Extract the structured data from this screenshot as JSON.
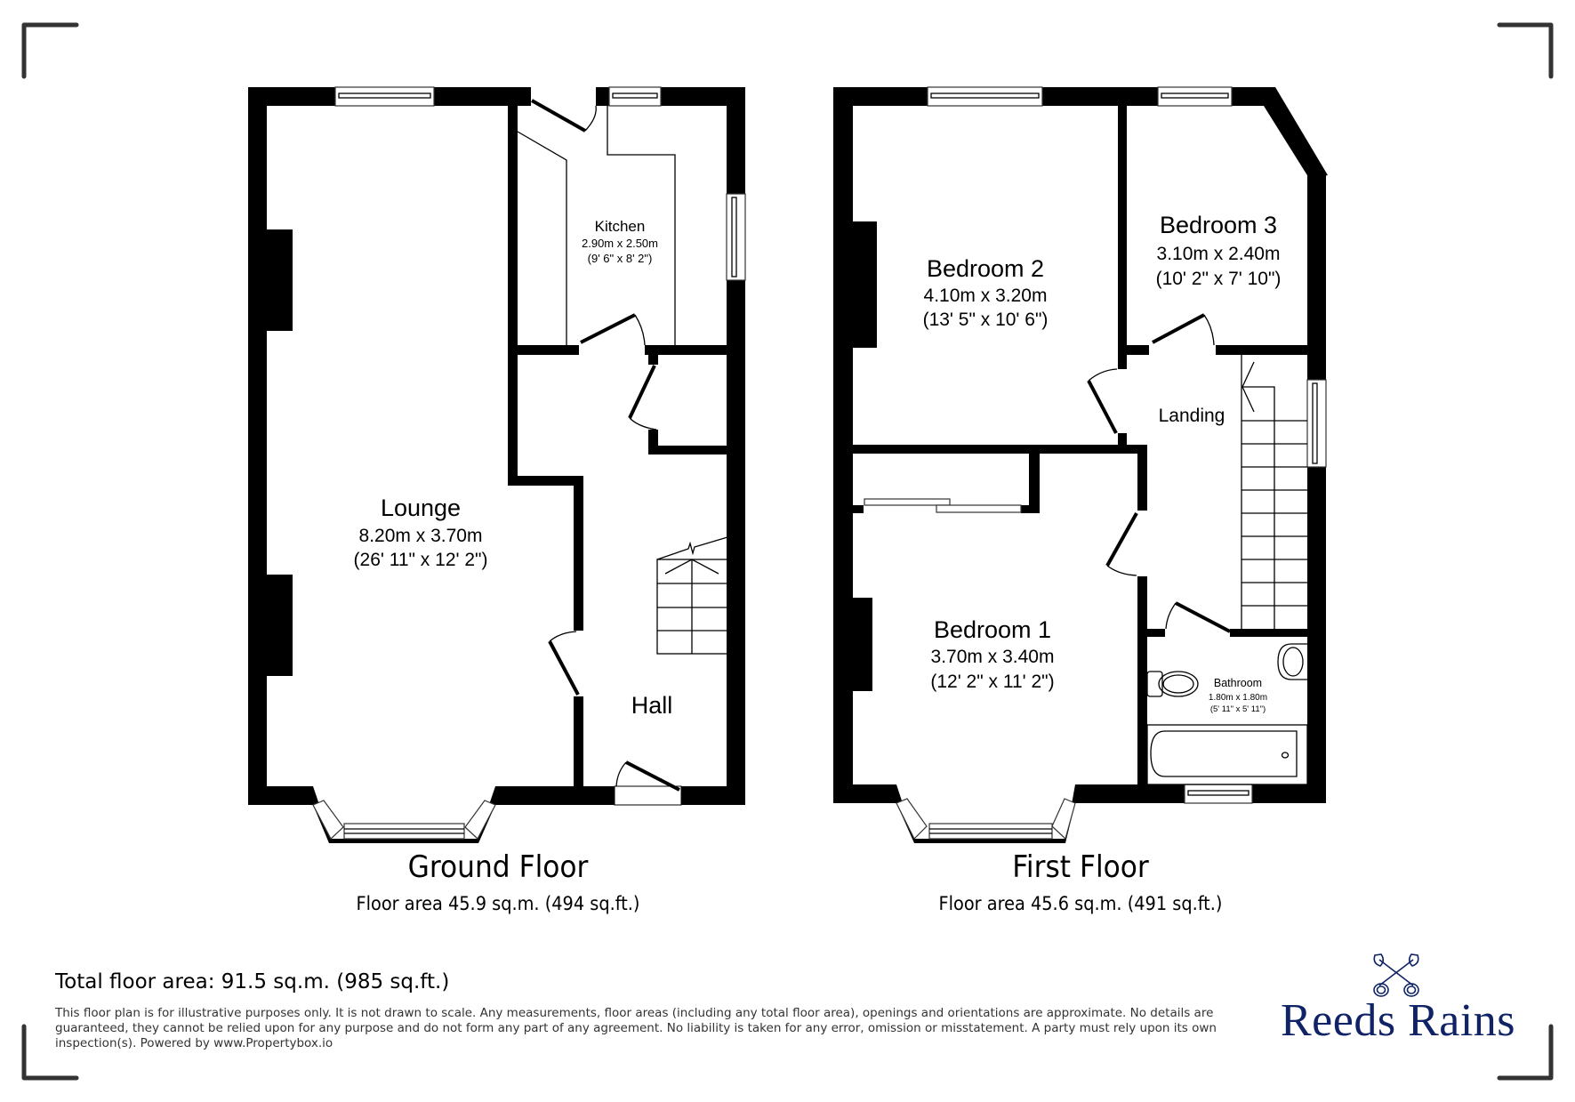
{
  "ground_floor": {
    "title": "Ground Floor",
    "area": "Floor area 45.9 sq.m. (494 sq.ft.)",
    "rooms": {
      "kitchen": {
        "name": "Kitchen",
        "metric": "2.90m x 2.50m",
        "imperial": "(9' 6\" x 8' 2\")"
      },
      "lounge": {
        "name": "Lounge",
        "metric": "8.20m x 3.70m",
        "imperial": "(26' 11\" x 12' 2\")"
      },
      "hall": {
        "name": "Hall"
      }
    }
  },
  "first_floor": {
    "title": "First Floor",
    "area": "Floor area 45.6 sq.m. (491 sq.ft.)",
    "rooms": {
      "bedroom2": {
        "name": "Bedroom 2",
        "metric": "4.10m x 3.20m",
        "imperial": "(13' 5\" x 10' 6\")"
      },
      "bedroom3": {
        "name": "Bedroom 3",
        "metric": "3.10m x 2.40m",
        "imperial": "(10' 2\" x 7' 10\")"
      },
      "landing": {
        "name": "Landing"
      },
      "bedroom1": {
        "name": "Bedroom 1",
        "metric": "3.70m x 3.40m",
        "imperial": "(12' 2\" x 11' 2\")"
      },
      "bathroom": {
        "name": "Bathroom",
        "metric": "1.80m x 1.80m",
        "imperial": "(5' 11\" x 5' 11\")"
      }
    }
  },
  "footer": {
    "total_area": "Total floor area: 91.5 sq.m. (985 sq.ft.)",
    "disclaimer": "This floor plan is for illustrative purposes only. It is not drawn to scale. Any measurements, floor areas (including any total floor area), openings and orientations are approximate. No details are guaranteed, they cannot be relied upon for any purpose and do not form any part of any agreement. No liability is taken for any error, omission or misstatement. A party must rely upon its own inspection(s). Powered by www.Propertybox.io"
  },
  "branding": {
    "logo_text": "Reeds Rains",
    "logo_icon": "crossed-keys-icon",
    "logo_color": "#0f2366"
  },
  "colors": {
    "wall": "#000000",
    "bracket": "#333333",
    "background": "#ffffff"
  }
}
